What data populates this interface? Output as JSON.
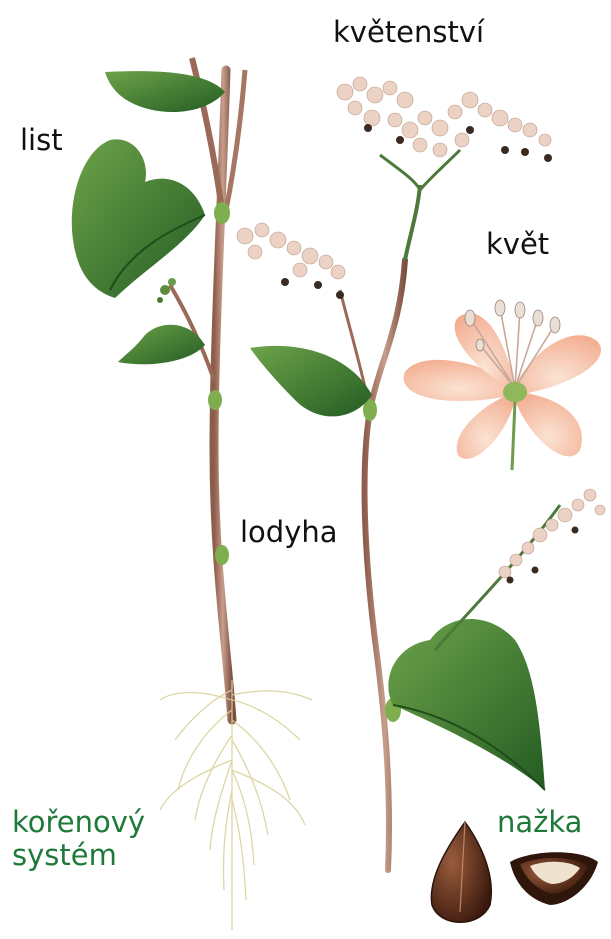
{
  "labels": {
    "inflorescence": "květenství",
    "leaf": "list",
    "flower": "květ",
    "stem": "lodyha",
    "roots_line1": "kořenový",
    "roots_line2": "systém",
    "achene": "nažka"
  },
  "colors": {
    "leaf_dark": "#2e6b2a",
    "leaf_light": "#5f9b3c",
    "stem": "#b98a78",
    "petal": "#f6c2a8",
    "bud_pink": "#e9c4b6",
    "root": "#dcd7a0",
    "achene_brown": "#5a2d1a",
    "achene_cut": "#efe3cf",
    "label_text": "#111111",
    "label_green_text": "#1f7a3a"
  }
}
